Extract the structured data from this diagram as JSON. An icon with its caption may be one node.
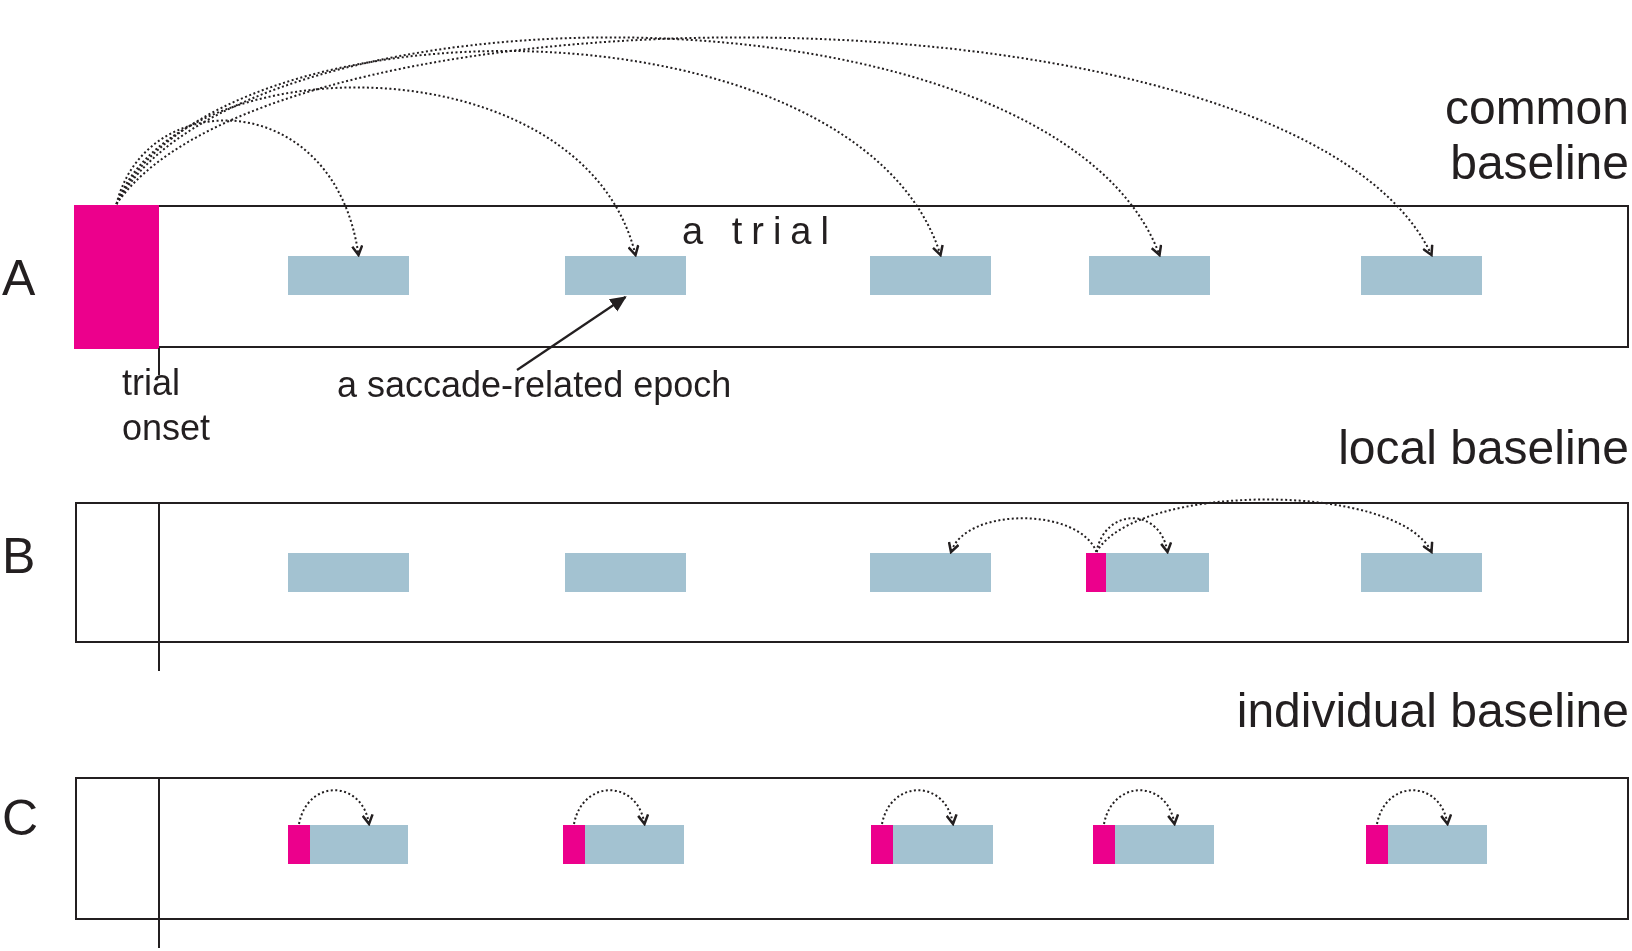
{
  "diagram": {
    "nodes": [
      {
        "text": [
          "a trial"
        ]
      },
      {
        "text": [],
        "shape": "bar"
      },
      {
        "text": [],
        "shape": "bar",
        "in": 0
      },
      {
        "text": [],
        "shape": "bar",
        "in": 0
      },
      {
        "text": [],
        "shape": "bar",
        "in": 0
      },
      {
        "text": [],
        "shape": "bar",
        "in": 0
      },
      {
        "text": [],
        "shape": "bar",
        "in": 0
      },
      {
        "text": [
          "a saccade-related epoch"
        ]
      },
      {
        "text": [],
        "shape": "box"
      },
      {
        "text": [],
        "shape": "bar",
        "in": 8
      },
      {
        "text": [],
        "shape": "bar",
        "in": 8
      },
      {
        "text": [],
        "shape": "bar",
        "in": 8
      },
      {
        "text": [],
        "shape": "bar",
        "in": 8
      },
      {
        "text": [],
        "shape": "bar",
        "in": 8
      },
      {
        "text": [],
        "shape": "bar",
        "in": 8
      },
      {
        "text": [],
        "shape": "box"
      },
      {
        "text": [],
        "shape": "bar",
        "in": 15
      },
      {
        "text": [],
        "shape": "bar",
        "in": 15
      },
      {
        "text": [],
        "shape": "bar",
        "in": 15
      },
      {
        "text": [],
        "shape": "bar",
        "in": 15
      },
      {
        "text": [],
        "shape": "bar",
        "in": 15
      },
      {
        "text": [],
        "shape": "bar",
        "in": 15
      },
      {
        "text": [],
        "shape": "bar",
        "in": 15
      },
      {
        "text": [],
        "shape": "bar",
        "in": 15
      },
      {
        "text": [],
        "shape": "bar",
        "in": 15
      },
      {
        "text": [],
        "shape": "bar",
        "in": 15
      }
    ],
    "edges": [
      {
        "from": 1,
        "to": 2,
        "arrow": "to",
        "style": "dashed"
      },
      {
        "from": 1,
        "to": 3,
        "arrow": "to",
        "style": "dashed"
      },
      {
        "from": 1,
        "to": 4,
        "arrow": "to",
        "style": "dashed"
      },
      {
        "from": 1,
        "to": 5,
        "arrow": "to",
        "style": "dashed"
      },
      {
        "from": 1,
        "to": 6,
        "arrow": "to",
        "style": "dashed"
      },
      {
        "from": 7,
        "to": 3,
        "arrow": "to"
      },
      {
        "from": 12,
        "to": 11,
        "arrow": "to",
        "style": "dashed"
      },
      {
        "from": 12,
        "to": 13,
        "arrow": "to",
        "style": "dashed"
      },
      {
        "from": 12,
        "to": 14,
        "arrow": "to",
        "style": "dashed"
      },
      {
        "from": 16,
        "to": 17,
        "arrow": "to",
        "style": "dashed"
      },
      {
        "from": 18,
        "to": 19,
        "arrow": "to",
        "style": "dashed"
      },
      {
        "from": 20,
        "to": 21,
        "arrow": "to",
        "style": "dashed"
      },
      {
        "from": 22,
        "to": 23,
        "arrow": "to",
        "style": "dashed"
      },
      {
        "from": 24,
        "to": 25,
        "arrow": "to",
        "style": "dashed"
      }
    ],
    "labels": [
      "common baseline",
      "A",
      "trial onset",
      "local baseline",
      "B",
      "individual baseline",
      "C"
    ]
  }
}
